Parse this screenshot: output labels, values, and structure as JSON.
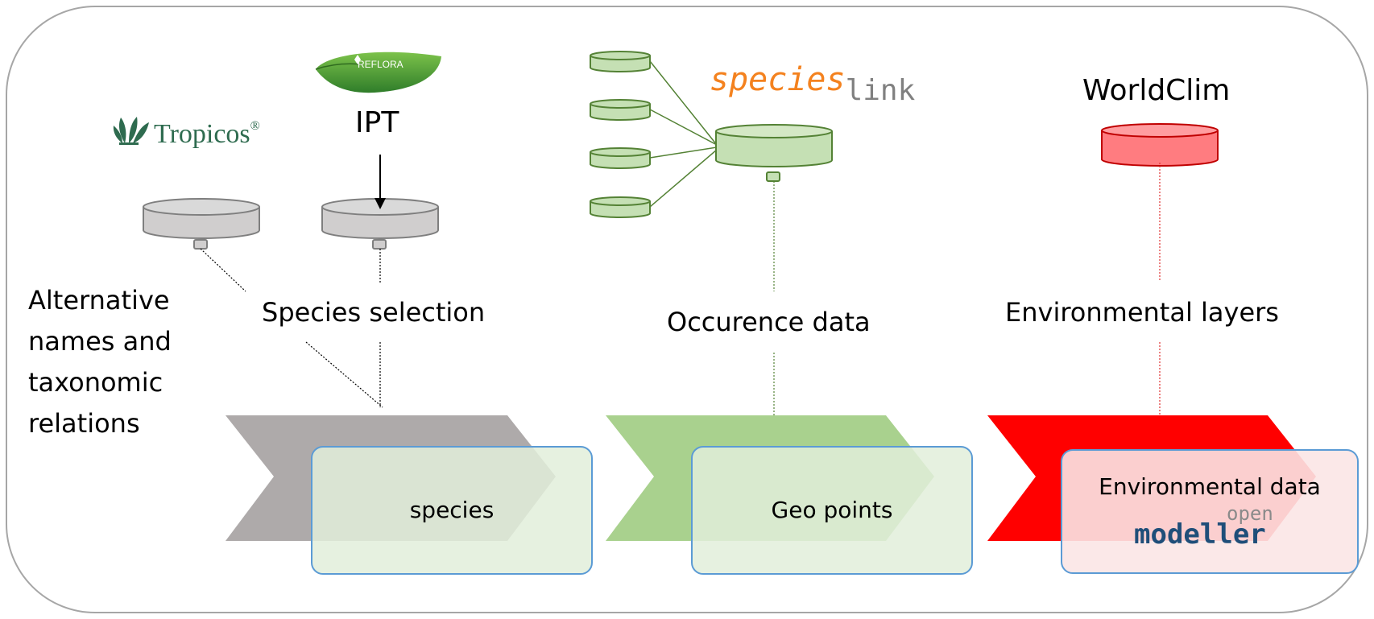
{
  "logos": {
    "tropicos": "Tropicos",
    "tropicos_mark": "®",
    "reflora": "REFLORA",
    "specieslink_a": "species",
    "specieslink_b": "link",
    "openmodeller_a": "open",
    "openmodeller_b": "modeller"
  },
  "labels": {
    "ipt": "IPT",
    "worldclim": "WorldClim",
    "alternative": [
      "Alternative",
      "names and",
      "taxonomic",
      "relations"
    ],
    "species_selection": "Species selection",
    "occurence_data": "Occurence data",
    "environmental_layers": "Environmental layers"
  },
  "stages": [
    {
      "box_label": "species",
      "chevron_color": "#aeaaaa"
    },
    {
      "box_label": "Geo points",
      "chevron_color": "#a9d18e"
    },
    {
      "box_label": "Environmental data",
      "chevron_color": "#ff0000"
    }
  ],
  "colors": {
    "frame": "#a6a6a6",
    "db_gray": "#d0cece",
    "db_green": "#c5e0b4",
    "db_red": "#ff7c80",
    "box_fill": "#e2efda",
    "box_border": "#5b9bd5",
    "specieslink_orange": "#f4821f",
    "openmodeller_blue": "#1f4e79",
    "tropicos_green": "#2e6b4f",
    "reflora_green": "#3f8f2f"
  }
}
